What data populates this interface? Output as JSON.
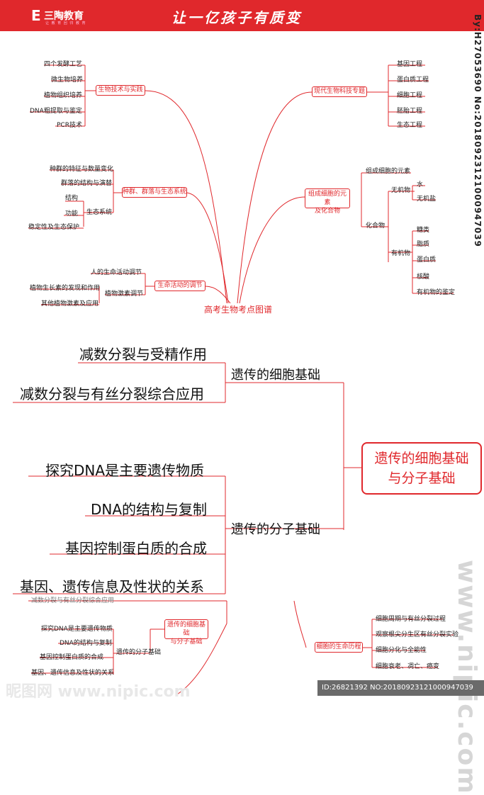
{
  "header": {
    "logo_mark": "E",
    "brand": "三陶教育",
    "brand_sub": "让 教 育 回 归 教 育",
    "slogan": "让一亿孩子有质变",
    "side_code": "By:H27053690 No:20180923121000947039"
  },
  "map1": {
    "center": "高考生物考点图谱",
    "bio_tech": {
      "title": "生物技术与实践",
      "items": [
        "四个发酵工艺",
        "微生物培养",
        "植物组织培养",
        "DNA粗提取与鉴定",
        "PCR技术"
      ]
    },
    "modern": {
      "title": "现代生物科技专题",
      "items": [
        "基因工程",
        "蛋白质工程",
        "细胞工程",
        "胚胎工程",
        "生态工程"
      ]
    },
    "population": {
      "title": "种群、群落与生态系统",
      "items": [
        "种群的特征与数量变化",
        "群落的结构与演替",
        "结构",
        "功能",
        "稳定性及生态保护"
      ],
      "sub": "生态系统"
    },
    "cell_comp": {
      "title_line1": "组成细胞的元素",
      "title_line2": "及化合物",
      "elements": "组成细胞的元素",
      "compounds": "化合物",
      "inorganic": "无机物",
      "inorganic_items": [
        "水",
        "无机盐"
      ],
      "organic": "有机物",
      "organic_items": [
        "糖类",
        "脂质",
        "蛋白质",
        "核酸",
        "有机物的鉴定"
      ]
    },
    "regulation": {
      "title": "生命活动的调节",
      "items": [
        "人的生命活动调节",
        "植物激素调节"
      ],
      "sub_items": [
        "植物生长素的发现和作用",
        "其他植物激素及应用"
      ]
    }
  },
  "map2": {
    "root_line1": "遗传的细胞基础",
    "root_line2": "与分子基础",
    "cell_basis": {
      "title": "遗传的细胞基础",
      "items": [
        "减数分裂与受精作用",
        "减数分裂与有丝分裂综合应用"
      ]
    },
    "molecular": {
      "title": "遗传的分子基础",
      "items": [
        "探究DNA是主要遗传物质",
        "DNA的结构与复制",
        "基因控制蛋白质的合成",
        "基因、遗传信息及性状的关系"
      ]
    }
  },
  "map3": {
    "partial": "减数分裂与有丝分裂综合应用",
    "root_line1": "遗传的细胞基础",
    "root_line2": "与分子基础",
    "molecular": {
      "title": "遗传的分子基础",
      "items": [
        "探究DNA是主要遗传物质",
        "DNA的结构与复制",
        "基因控制蛋白质的合成",
        "基因、遗传信息及性状的关系"
      ]
    },
    "life_history": {
      "title": "细胞的生命历程",
      "items": [
        "细胞周期与有丝分裂过程",
        "观察根尖分生区有丝分裂实验",
        "细胞分化与全能性",
        "细胞衰老、凋亡、癌变"
      ]
    }
  },
  "watermarks": {
    "right": "www.nipic.com",
    "bottom": "昵图网 www.nipic.com",
    "id": "ID:26821392 NO:20180923121000947039"
  },
  "colors": {
    "accent": "#e0282c"
  }
}
